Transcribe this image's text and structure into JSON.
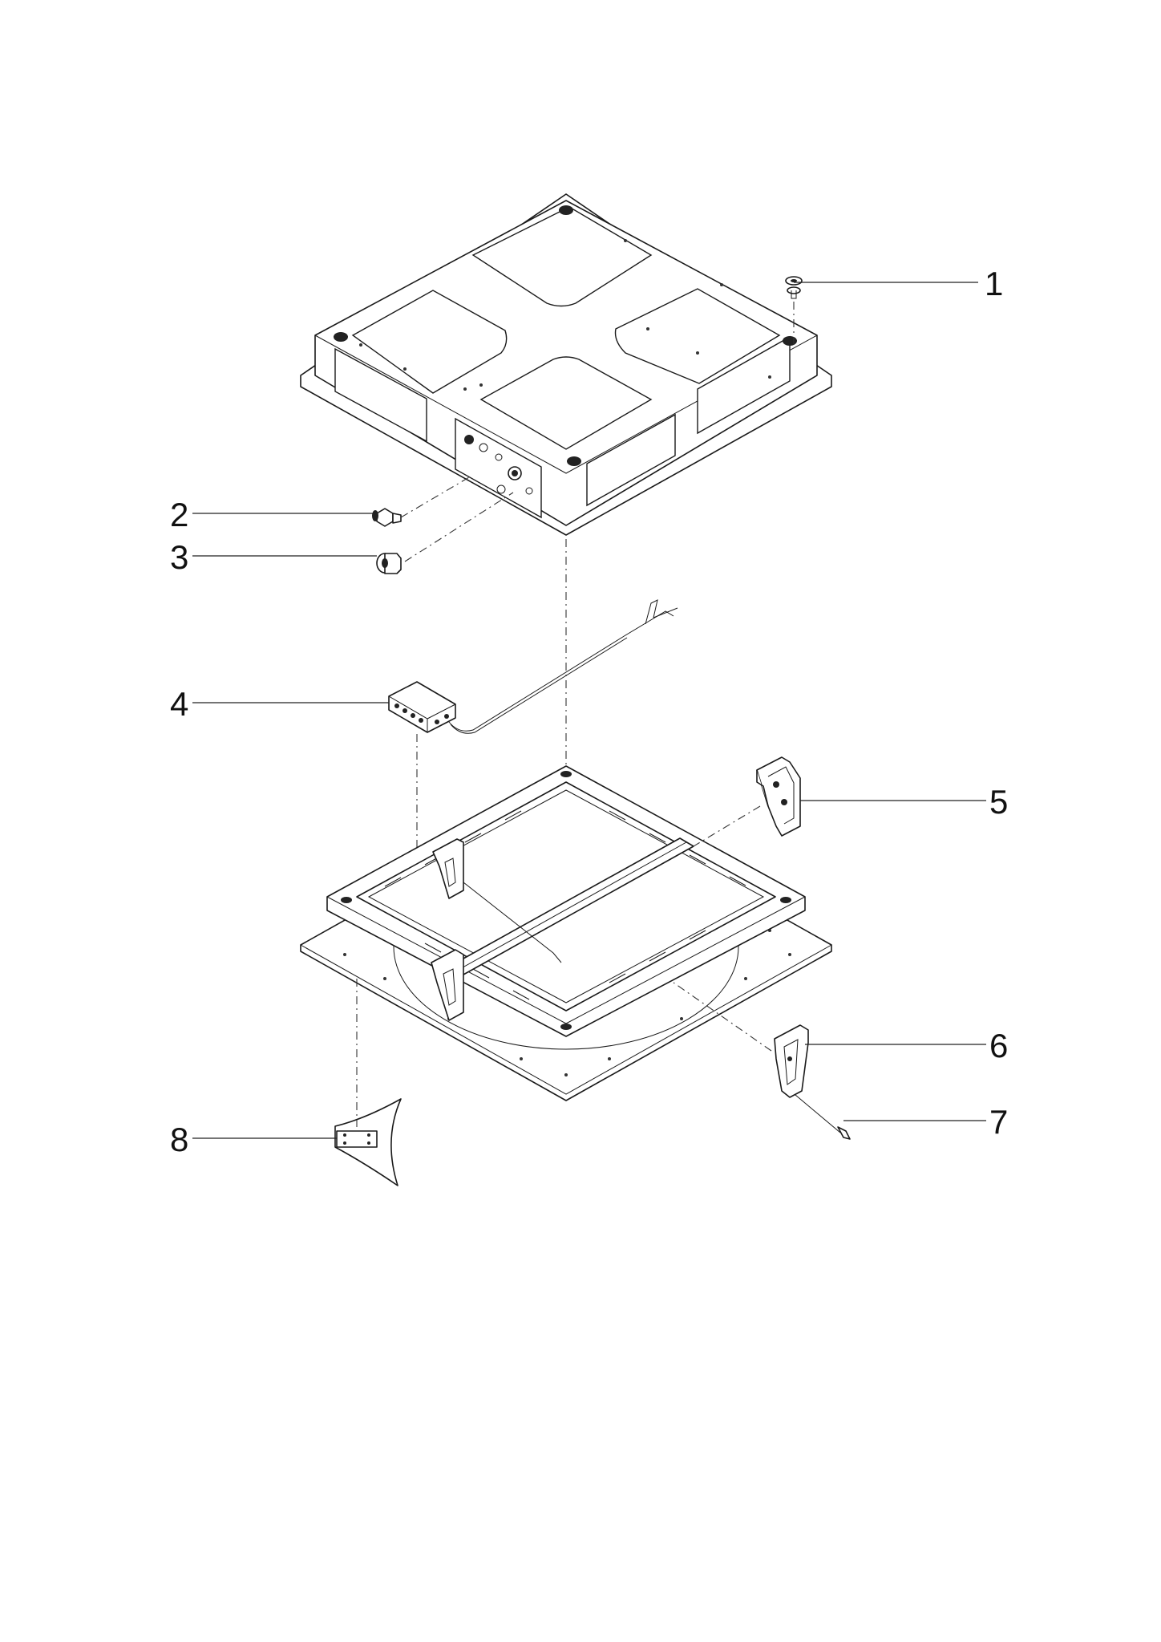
{
  "diagram": {
    "type": "exploded-parts-view",
    "line_color": "#1a1a1a",
    "background": "#ffffff"
  },
  "callouts": [
    {
      "id": "1",
      "label": "1"
    },
    {
      "id": "2",
      "label": "2"
    },
    {
      "id": "3",
      "label": "3"
    },
    {
      "id": "4",
      "label": "4"
    },
    {
      "id": "5",
      "label": "5"
    },
    {
      "id": "6",
      "label": "6"
    },
    {
      "id": "7",
      "label": "7"
    },
    {
      "id": "8",
      "label": "8"
    }
  ]
}
